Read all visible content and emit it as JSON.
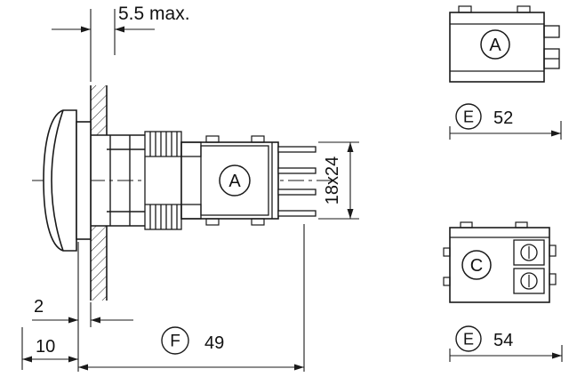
{
  "colors": {
    "line": "#1a1a1a",
    "text": "#111111",
    "background": "#ffffff"
  },
  "main_view": {
    "dim_panel_max": "5.5 max.",
    "dim_front_ring": "2",
    "dim_front_depth": "10",
    "dim_length_marker": "F",
    "dim_length": "49",
    "dim_cross_section": "18x24",
    "module_marker": "A"
  },
  "detail_top": {
    "module_marker": "A",
    "dim_marker": "E",
    "dim_value": "52"
  },
  "detail_bottom": {
    "module_marker": "C",
    "dim_marker": "E",
    "dim_value": "54"
  }
}
